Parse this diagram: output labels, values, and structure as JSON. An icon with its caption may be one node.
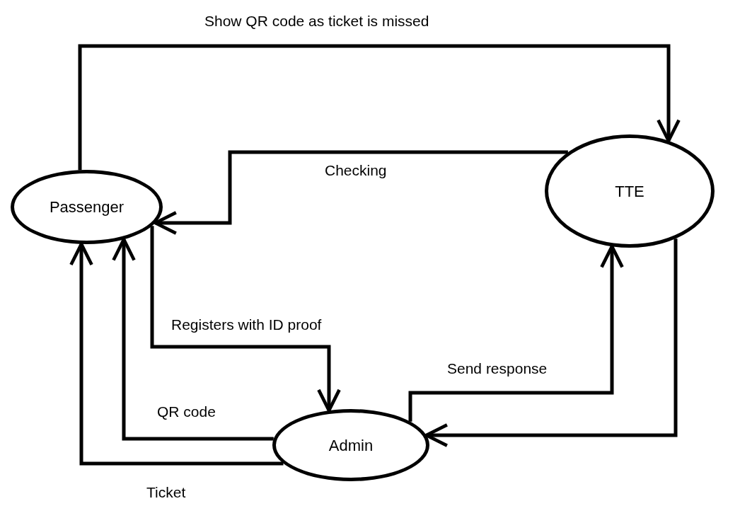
{
  "diagram": {
    "nodes": [
      {
        "text": [
          "Passenger"
        ]
      },
      {
        "text": [
          "TTE"
        ]
      },
      {
        "text": [
          "Admin"
        ]
      }
    ],
    "edges": [
      {
        "from": 0,
        "to": 1,
        "arrow": "to",
        "label": "Show QR code as ticket is missed"
      },
      {
        "from": 1,
        "to": 0,
        "arrow": "to",
        "label": "Checking"
      },
      {
        "from": 0,
        "to": 2,
        "arrow": "to",
        "label": "Registers with ID proof"
      },
      {
        "from": 2,
        "to": 1,
        "arrow": "to",
        "label": "Send response"
      },
      {
        "from": 1,
        "to": 2,
        "arrow": "to"
      },
      {
        "from": 2,
        "to": 0,
        "arrow": "to",
        "label": "QR code"
      },
      {
        "from": 2,
        "to": 0,
        "arrow": "to",
        "label": "Ticket"
      }
    ]
  }
}
